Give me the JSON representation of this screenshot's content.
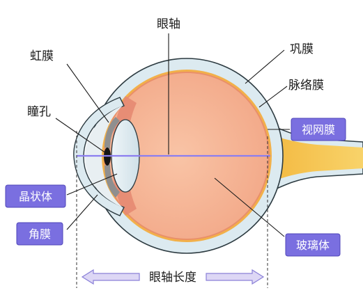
{
  "labels": {
    "axis": "眼轴",
    "iris": "虹膜",
    "pupil": "瞳孔",
    "sclera": "巩膜",
    "choroid": "脉络膜",
    "retina": "视网膜",
    "lens": "晶状体",
    "cornea": "角膜",
    "vitreous": "玻璃体",
    "axial_length": "眼轴长度"
  },
  "colors": {
    "tag_fill": "#7a6fe0",
    "tag_border": "#4f46b8",
    "axis_line": "#8b7ef0",
    "sclera_fill": "#dceaf0",
    "sclera_stroke": "#2c3a40",
    "choroid": "#f2b04a",
    "vitreous": "#f7b896",
    "optic_nerve": "#f6c24a",
    "arrow_fill": "#ddd7f5",
    "arrow_stroke": "#8a80d8"
  }
}
